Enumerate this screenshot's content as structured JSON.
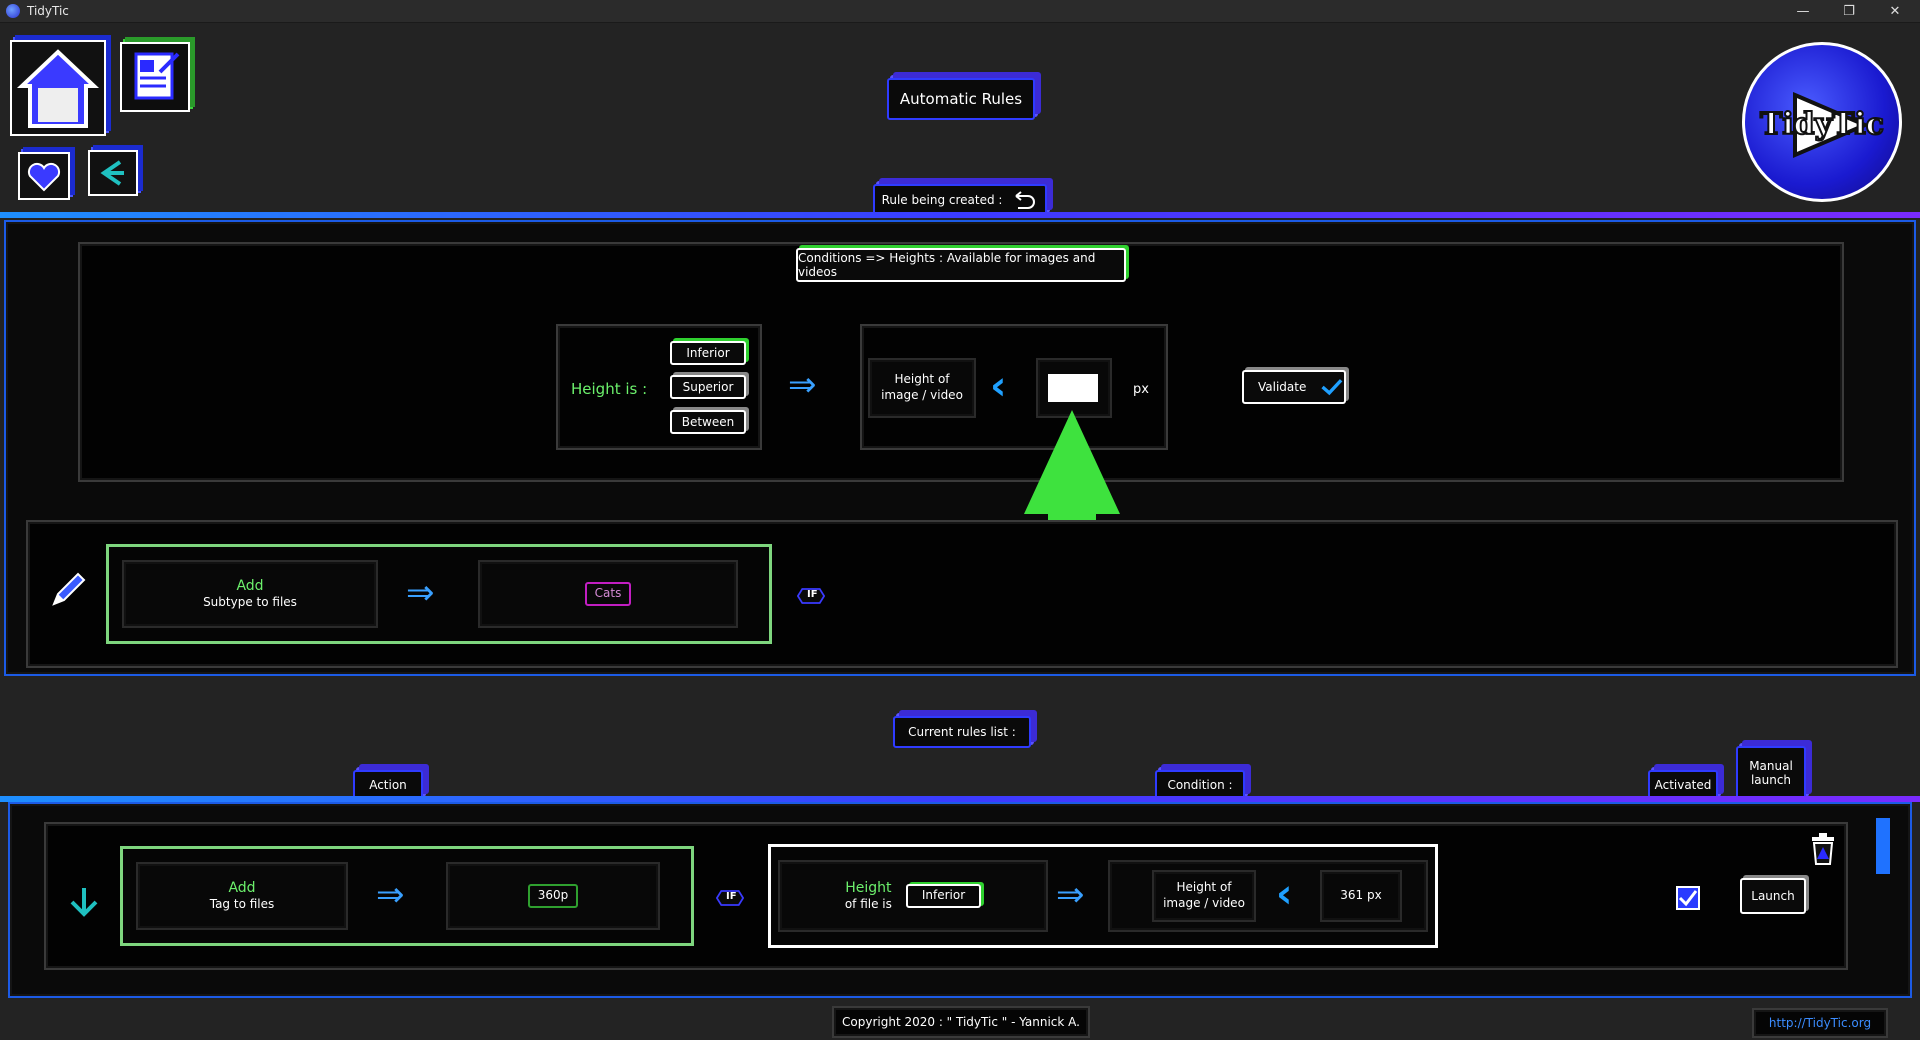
{
  "window": {
    "title": "TidyTic",
    "minimize": "—",
    "restore": "❐",
    "close": "✕"
  },
  "header": {
    "title": "Automatic Rules",
    "logo_text": "TidyTic"
  },
  "creation": {
    "label": "Rule being created :",
    "conditions_title": "Conditions => Heights : Available for images and videos",
    "height_is_label": "Height is :",
    "options": [
      "Inferior",
      "Superior",
      "Between"
    ],
    "target_label_line1": "Height of",
    "target_label_line2": "image / video",
    "input_value": "",
    "unit": "px",
    "validate_label": "Validate",
    "action_line1": "Add",
    "action_line2": "Subtype to files",
    "action_value": "Cats",
    "if_label": "IF"
  },
  "rules": {
    "list_label": "Current rules list :",
    "col_action": "Action",
    "col_condition": "Condition :",
    "col_activated": "Activated",
    "col_manual_line1": "Manual",
    "col_manual_line2": "launch",
    "row": {
      "action_line1": "Add",
      "action_line2": "Tag to files",
      "action_value": "360p",
      "if_label": "IF",
      "cond_line1": "Height",
      "cond_line2": "of file is",
      "cond_op": "Inferior",
      "cond_target_line1": "Height of",
      "cond_target_line2": "image / video",
      "cond_value": "361 px",
      "launch_label": "Launch"
    }
  },
  "footer": {
    "copyright": "Copyright 2020 : \" TidyTic \" - Yannick A.",
    "link": "http://TidyTic.org"
  },
  "colors": {
    "accent_blue": "#2f3bff",
    "accent_green": "#3bd23b",
    "accent_purple": "#7a2bff",
    "tag_magenta": "#c21ec2"
  }
}
